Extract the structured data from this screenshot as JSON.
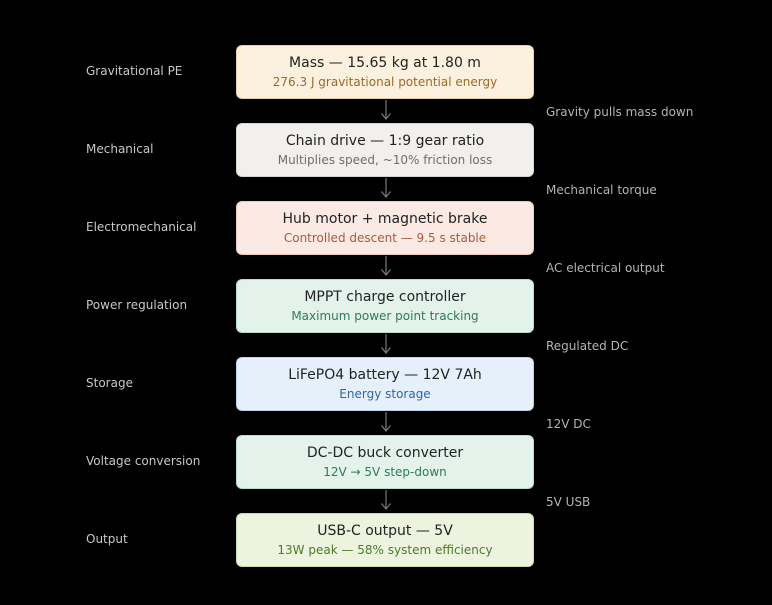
{
  "stages": [
    {
      "label": "Gravitational PE",
      "title": "Mass — 15.65 kg at 1.80 m",
      "subtitle": "276.3 J gravitational potential energy",
      "fill": "#fbf1de",
      "border": "#e6cfa3",
      "sub_color": "#9a6a2a"
    },
    {
      "label": "Mechanical",
      "title": "Chain drive — 1:9 gear ratio",
      "subtitle": "Multiplies speed, ~10% friction loss",
      "fill": "#f1f0ec",
      "border": "#d6d4cc",
      "sub_color": "#6f6e68"
    },
    {
      "label": "Electromechanical",
      "title": "Hub motor + magnetic brake",
      "subtitle": "Controlled descent — 9.5 s stable",
      "fill": "#fbeae4",
      "border": "#eec8b8",
      "sub_color": "#a95a3a"
    },
    {
      "label": "Power regulation",
      "title": "MPPT charge controller",
      "subtitle": "Maximum power point tracking",
      "fill": "#e3f3ec",
      "border": "#b6dcca",
      "sub_color": "#2e7a5c"
    },
    {
      "label": "Storage",
      "title": "LiFePO4 battery — 12V 7Ah",
      "subtitle": "Energy storage",
      "fill": "#e6f0fb",
      "border": "#b9d2ee",
      "sub_color": "#2f66a4"
    },
    {
      "label": "Voltage conversion",
      "title": "DC-DC buck converter",
      "subtitle": "12V → 5V step-down",
      "fill": "#e3f3ec",
      "border": "#b6dcca",
      "sub_color": "#2e7a5c"
    },
    {
      "label": "Output",
      "title": "USB-C output — 5V",
      "subtitle": "13W peak — 58% system efficiency",
      "fill": "#ecf4e0",
      "border": "#c7dcaa",
      "sub_color": "#4e7a26"
    }
  ],
  "connections": [
    "Gravity pulls mass down",
    "Mechanical torque",
    "AC electrical output",
    "Regulated DC",
    "12V DC",
    "5V USB"
  ],
  "arrow_color": "#7a7a7a"
}
